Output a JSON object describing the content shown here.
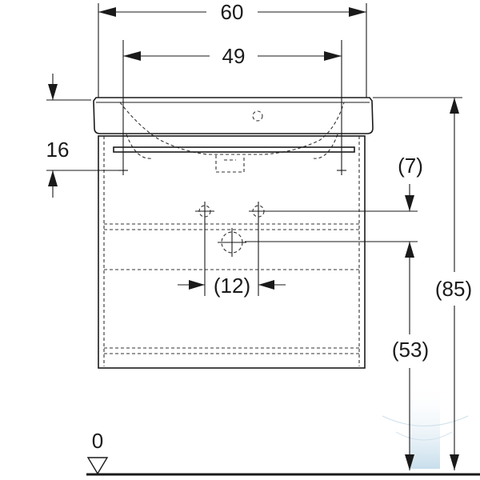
{
  "dimensions": {
    "overall_width": "60",
    "basin_width": "49",
    "top_thickness": "16",
    "fitting_offset": "(7)",
    "fitting_spacing": "(12)",
    "overall_height": "(85)",
    "drain_height": "(53)",
    "floor_level": "0"
  },
  "colors": {
    "line": "#1a1a1a",
    "background": "#ffffff",
    "watermark": "#9bc3dc"
  }
}
